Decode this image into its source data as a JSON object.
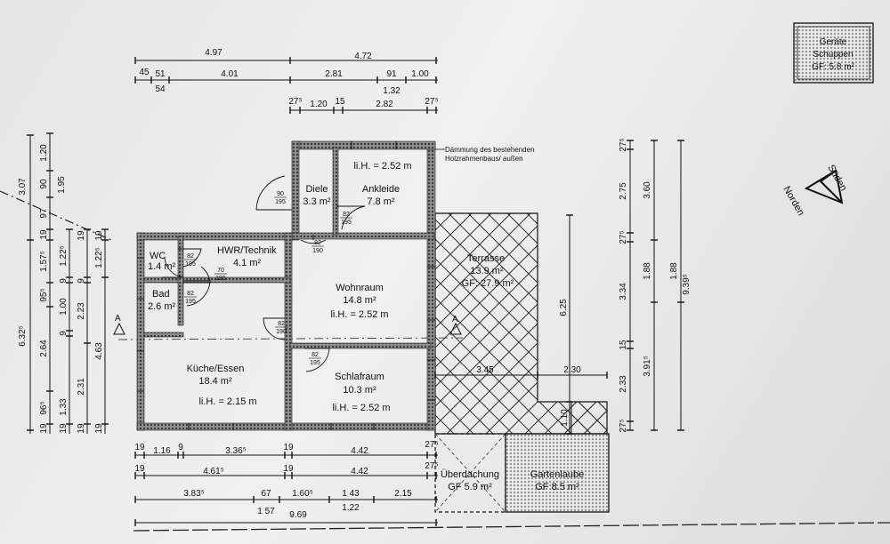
{
  "legend": {
    "line1": "Geräte",
    "line2": "Schuppen",
    "line3": "GF: 5.8 m²"
  },
  "compass": {
    "south": "Süden",
    "north": "Norden"
  },
  "notes": {
    "insulation_line1": "Dämmung des bestehenden",
    "insulation_line2": "Holzrahmenbaus/ außen"
  },
  "section_markers": {
    "left": "A",
    "right": "A"
  },
  "rooms": {
    "wc": {
      "name": "WC",
      "area": "1.4 m²"
    },
    "hwr": {
      "name": "HWR/Technik",
      "area": "4.1 m²"
    },
    "bad": {
      "name": "Bad",
      "area": "2.6 m²"
    },
    "diele": {
      "name": "Diele",
      "area": "3.3 m²"
    },
    "ankleide": {
      "name": "Ankleide",
      "area": "7.8 m²",
      "height": "li.H. = 2.52 m"
    },
    "wohnraum": {
      "name": "Wohnraum",
      "area": "14.8 m²",
      "height": "li.H. = 2.52 m"
    },
    "kueche": {
      "name": "Küche/Essen",
      "area": "18.4 m²",
      "height": "li.H. = 2.15 m"
    },
    "schlafraum": {
      "name": "Schlafraum",
      "area": "10.3 m²",
      "height": "li.H. = 2.52 m"
    },
    "terrasse": {
      "name": "Terrasse",
      "area": "13.9 m²",
      "gf": "GF: 27.9 m²"
    },
    "ueberdachung": {
      "name": "Überdachung",
      "gf": "GF 5.9 m²"
    },
    "gartenlaube": {
      "name": "Gartenlaube",
      "gf": "GF 8.5 m²"
    }
  },
  "door_labels": {
    "d_diele_w": [
      "90",
      "195"
    ],
    "d_diele_in": [
      "82",
      "195"
    ],
    "d_diele_s": [
      "82",
      "190"
    ],
    "d_wc": [
      "82",
      "195"
    ],
    "d_hwr": [
      "70",
      "195"
    ],
    "d_bad": [
      "82",
      "195"
    ],
    "d_kueche": [
      "82",
      "190"
    ],
    "d_schlaf": [
      "82",
      "195"
    ]
  },
  "dims": {
    "top": {
      "r1": [
        "4.97",
        "4.72"
      ],
      "r2": [
        "45",
        "51",
        "54",
        "4.01",
        "2.81",
        "91",
        "1.32",
        "1.00"
      ],
      "r3": [
        "27⁵",
        "1.20",
        "15",
        "2.82",
        "27⁵"
      ]
    },
    "left": {
      "c1": [
        "3.07",
        "6.32⁵"
      ],
      "c2": [
        "1.20",
        "90",
        "97",
        "19",
        "1.57⁵",
        "95⁵",
        "2.64",
        "96⁵",
        "19"
      ],
      "c3": [
        "1.95",
        "1.22⁵",
        "9",
        "1.00",
        "9",
        "1.33",
        "19"
      ],
      "c4": [
        "19",
        "9",
        "2.23",
        "2.31",
        "19"
      ],
      "c5": [
        "19",
        "1.22⁵",
        "4.63",
        "19"
      ]
    },
    "bottom": {
      "r1": [
        "19",
        "1.16",
        "9",
        "3.36⁵",
        "19",
        "4.42",
        "27⁵"
      ],
      "r2": [
        "19",
        "4.61⁵",
        "19",
        "4.42",
        "27⁵"
      ],
      "r3": [
        "3.83⁵",
        "67",
        "1.60⁵",
        "1 43",
        "2.15"
      ],
      "r4": [
        "1 57",
        "9.69",
        "1.22"
      ]
    },
    "terrace": [
      "3.45",
      "2.30",
      "1.10",
      "6.25"
    ],
    "right": {
      "c1": [
        "27⁵",
        "2.75",
        "27⁵",
        "3.34",
        "15",
        "2.33",
        "27⁵"
      ],
      "c2": [
        "3.60",
        "1.88",
        "3.91⁵"
      ],
      "c3": [
        "1.88",
        "9.39⁵"
      ]
    }
  }
}
